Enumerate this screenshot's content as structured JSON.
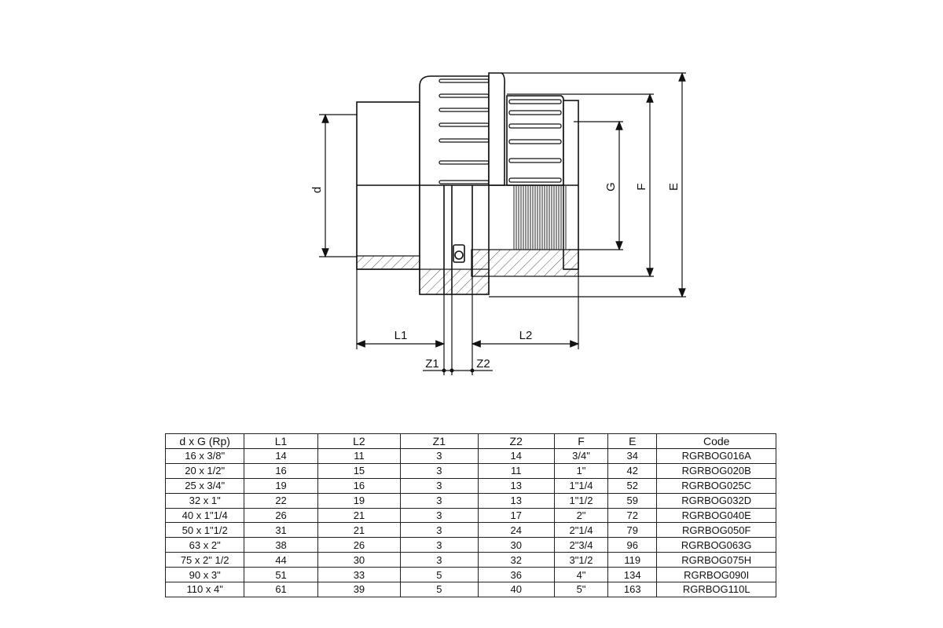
{
  "drawing": {
    "labels": {
      "d": "d",
      "G": "G",
      "F": "F",
      "E": "E",
      "L1": "L1",
      "L2": "L2",
      "Z1": "Z1",
      "Z2": "Z2"
    }
  },
  "table": {
    "headers": [
      "d x G (Rp)",
      "L1",
      "L2",
      "Z1",
      "Z2",
      "F",
      "E",
      "Code"
    ],
    "rows": [
      [
        "16 x 3/8\"",
        "14",
        "11",
        "3",
        "14",
        "3/4\"",
        "34",
        "RGRBOG016A"
      ],
      [
        "20 x 1/2\"",
        "16",
        "15",
        "3",
        "11",
        "1\"",
        "42",
        "RGRBOG020B"
      ],
      [
        "25 x 3/4\"",
        "19",
        "16",
        "3",
        "13",
        "1\"1/4",
        "52",
        "RGRBOG025C"
      ],
      [
        "32 x 1\"",
        "22",
        "19",
        "3",
        "13",
        "1\"1/2",
        "59",
        "RGRBOG032D"
      ],
      [
        "40 x 1\"1/4",
        "26",
        "21",
        "3",
        "17",
        "2\"",
        "72",
        "RGRBOG040E"
      ],
      [
        "50 x 1\"1/2",
        "31",
        "21",
        "3",
        "24",
        "2\"1/4",
        "79",
        "RGRBOG050F"
      ],
      [
        "63 x 2\"",
        "38",
        "26",
        "3",
        "30",
        "2\"3/4",
        "96",
        "RGRBOG063G"
      ],
      [
        "75 x 2\" 1/2",
        "44",
        "30",
        "3",
        "32",
        "3\"1/2",
        "119",
        "RGRBOG075H"
      ],
      [
        "90 x 3\"",
        "51",
        "33",
        "5",
        "36",
        "4\"",
        "134",
        "RGRBOG090I"
      ],
      [
        "110 x 4\"",
        "61",
        "39",
        "5",
        "40",
        "5\"",
        "163",
        "RGRBOG110L"
      ]
    ]
  }
}
